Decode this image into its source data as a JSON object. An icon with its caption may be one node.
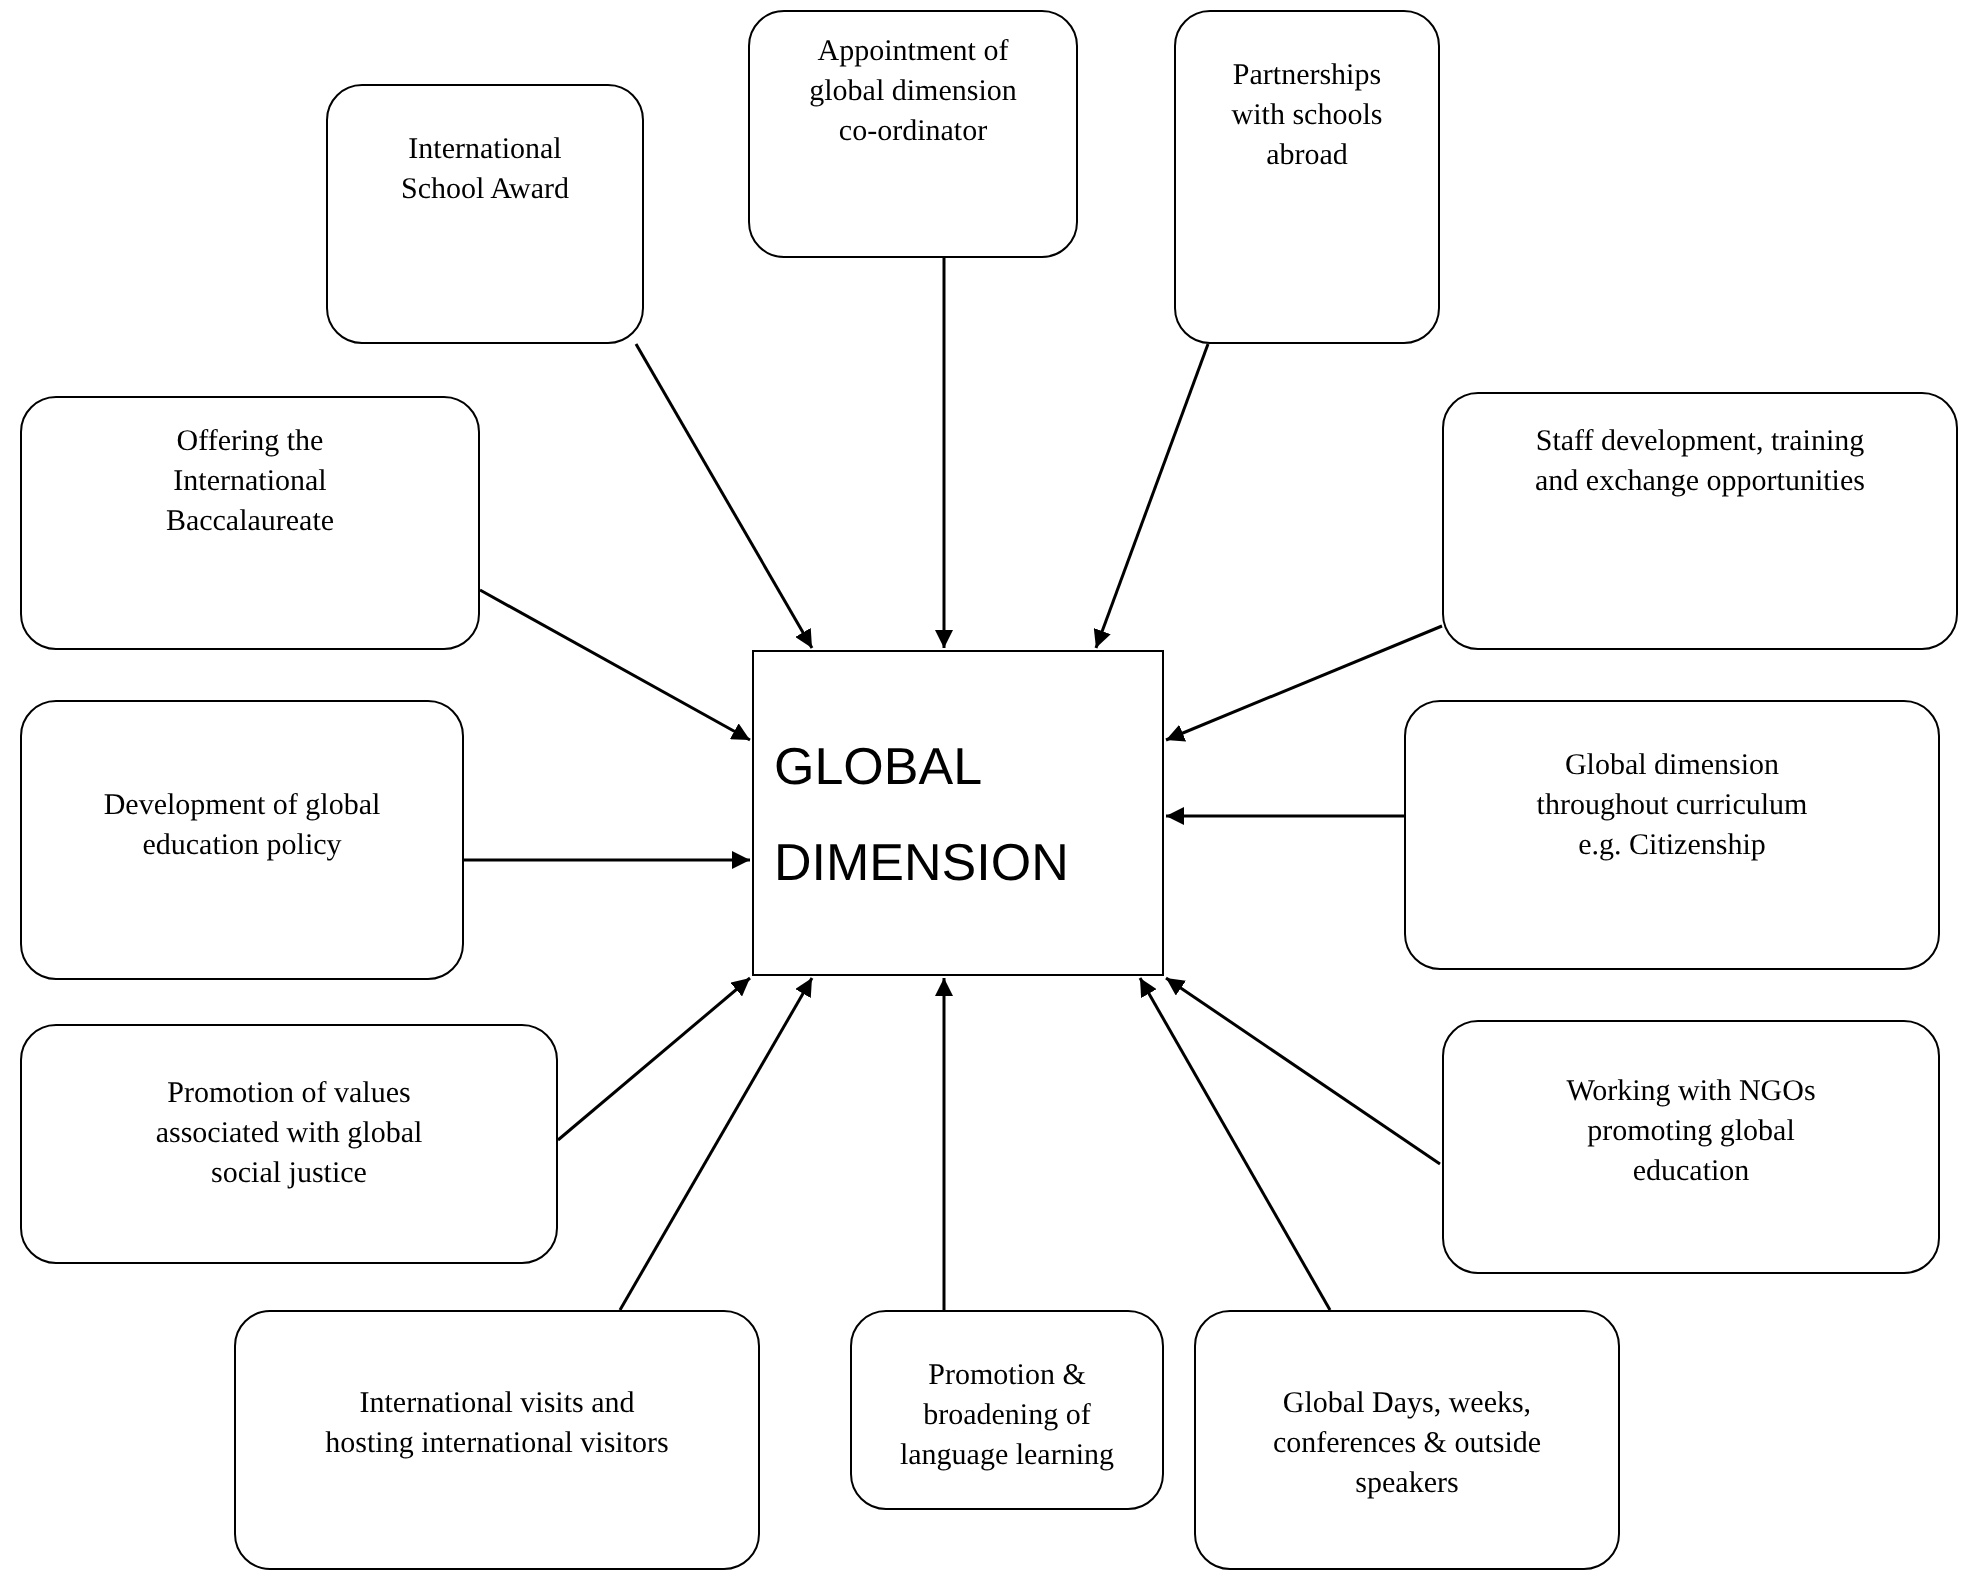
{
  "diagram": {
    "nodes": [
      {
        "text": [
          "International School Award"
        ]
      },
      {
        "text": [
          "Appointment of global dimension co-ordinator"
        ]
      },
      {
        "text": [
          "Partnerships with schools abroad"
        ]
      },
      {
        "text": [
          "Offering the International Baccalaureate"
        ]
      },
      {
        "text": [
          "Staff development, training and exchange opportunities"
        ]
      },
      {
        "text": [
          "GLOBAL DIMENSION"
        ]
      },
      {
        "text": [
          "Development of global education policy"
        ]
      },
      {
        "text": [
          "Global dimension throughout curriculum e.g. Citizenship"
        ]
      },
      {
        "text": [
          "Promotion of values associated with global social justice"
        ]
      },
      {
        "text": [
          "Working with NGOs promoting global education"
        ]
      },
      {
        "text": [
          "International visits and hosting international visitors"
        ]
      },
      {
        "text": [
          "Promotion & broadening of language learning"
        ]
      },
      {
        "text": [
          "Global Days, weeks, conferences & outside speakers"
        ]
      }
    ],
    "edges": [
      {
        "from": 0,
        "to": 5,
        "arrow": "to"
      },
      {
        "from": 1,
        "to": 5,
        "arrow": "to"
      },
      {
        "from": 2,
        "to": 5,
        "arrow": "to"
      },
      {
        "from": 3,
        "to": 5,
        "arrow": "to"
      },
      {
        "from": 4,
        "to": 5,
        "arrow": "to"
      },
      {
        "from": 6,
        "to": 5,
        "arrow": "to"
      },
      {
        "from": 7,
        "to": 5,
        "arrow": "to"
      },
      {
        "from": 8,
        "to": 5,
        "arrow": "to"
      },
      {
        "from": 9,
        "to": 5,
        "arrow": "to"
      },
      {
        "from": 10,
        "to": 5,
        "arrow": "to"
      },
      {
        "from": 11,
        "to": 5,
        "arrow": "to"
      },
      {
        "from": 12,
        "to": 5,
        "arrow": "to"
      }
    ]
  }
}
